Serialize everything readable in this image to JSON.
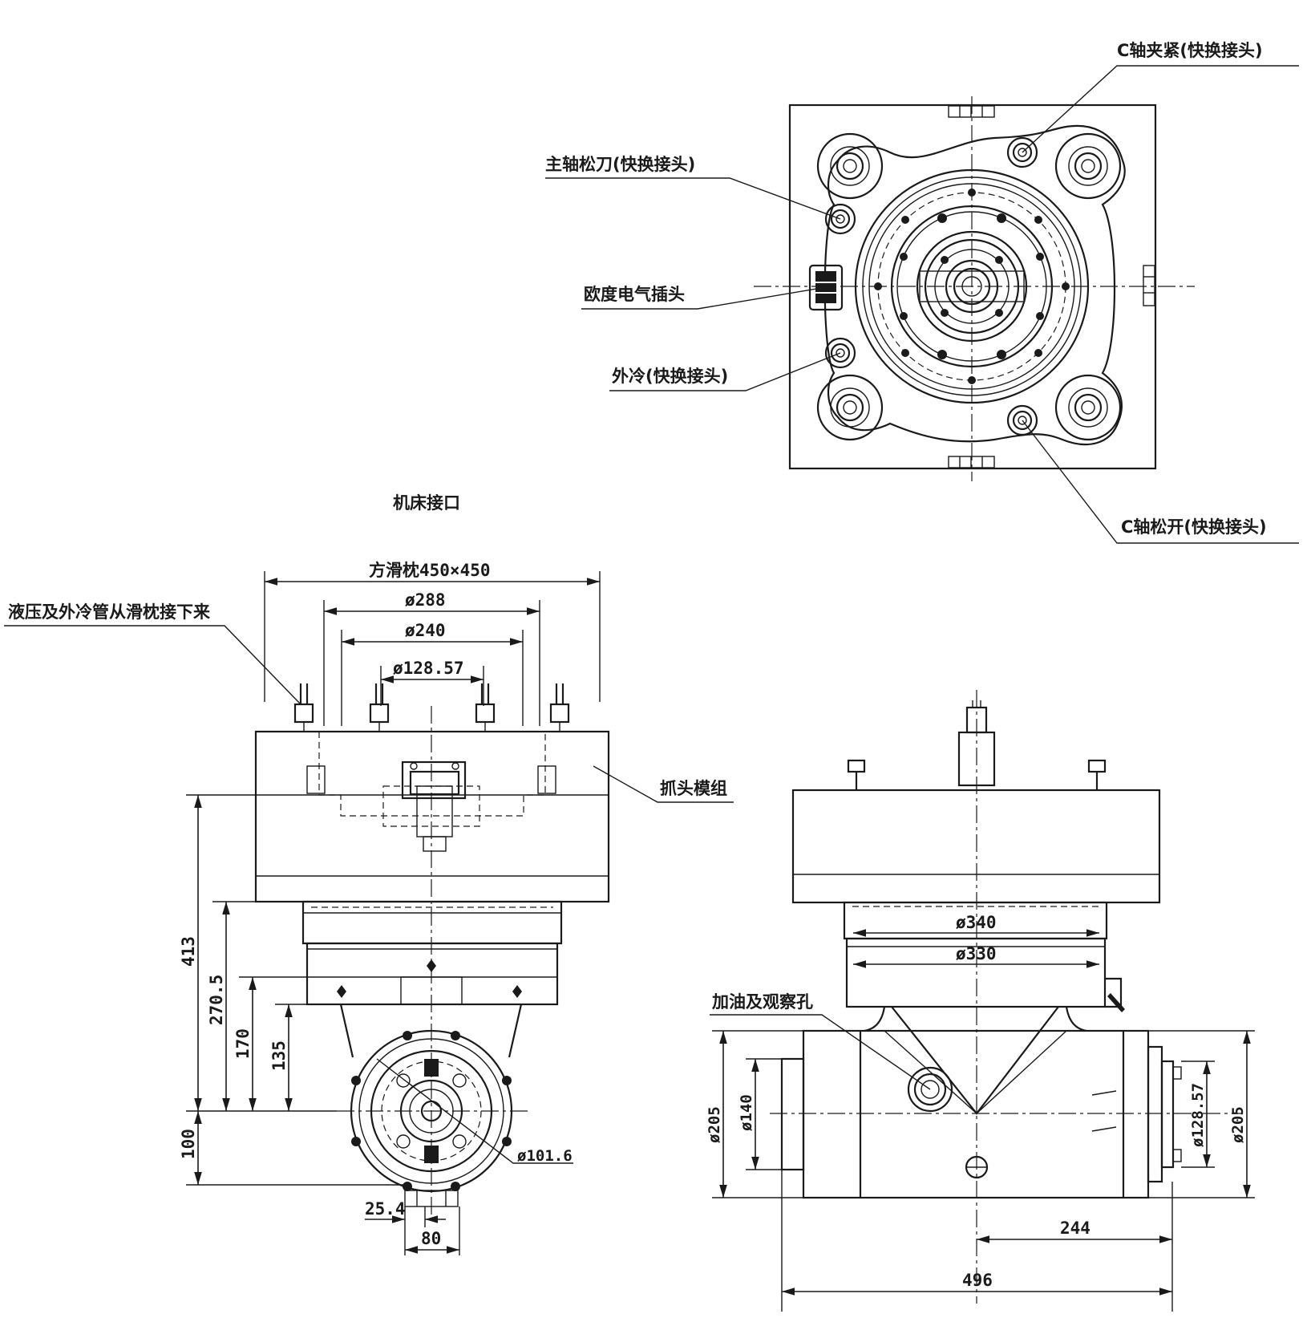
{
  "labels": {
    "c_axis_clamp": "C轴夹紧(快换接头)",
    "spindle_release": "主轴松刀(快换接头)",
    "euro_connector": "欧度电气插头",
    "external_cooling": "外冷(快换接头)",
    "c_axis_release": "C轴松开(快换接头)",
    "machine_interface": "机床接口",
    "hydraulic_lines": "液压及外冷管从滑枕接下来",
    "gripper_module": "抓头模组",
    "oil_port": "加油及观察孔"
  },
  "dimensions": {
    "ram_size": "方滑枕450×450",
    "d288": "ø288",
    "d240": "ø240",
    "d128_57_top": "ø128.57",
    "h413": "413",
    "h270_5": "270.5",
    "h170": "170",
    "h135": "135",
    "h100": "100",
    "d101_6": "ø101.6",
    "w25_4": "25.4",
    "w80": "80",
    "d340": "ø340",
    "d330": "ø330",
    "d205_left": "ø205",
    "d140": "ø140",
    "d128_57_right": "ø128.57",
    "d205_right": "ø205",
    "w244": "244",
    "w496": "496"
  }
}
